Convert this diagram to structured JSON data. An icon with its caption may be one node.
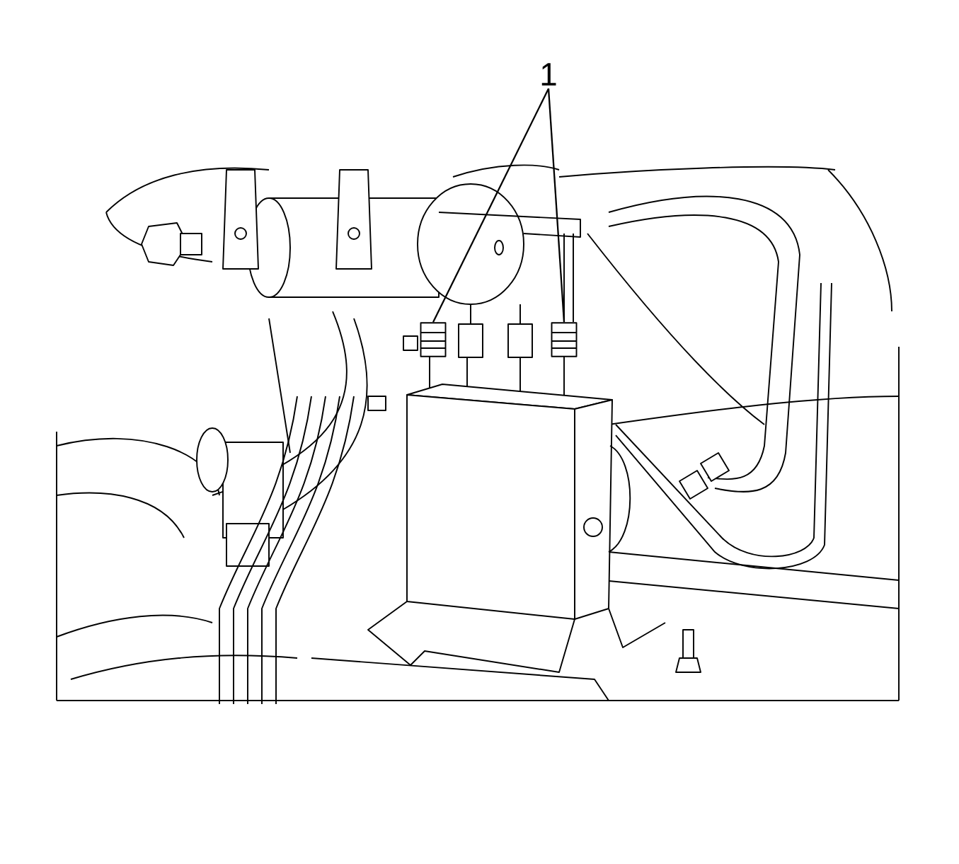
{
  "diagram": {
    "nodes": [
      {
        "text": [
          "1"
        ]
      },
      {
        "text": [],
        "shape": "picture"
      },
      {
        "text": [],
        "shape": "picture"
      }
    ],
    "edges": [
      {
        "from": 0,
        "to": 1,
        "arrow": "none"
      },
      {
        "from": 0,
        "to": 2,
        "arrow": "none"
      }
    ]
  }
}
